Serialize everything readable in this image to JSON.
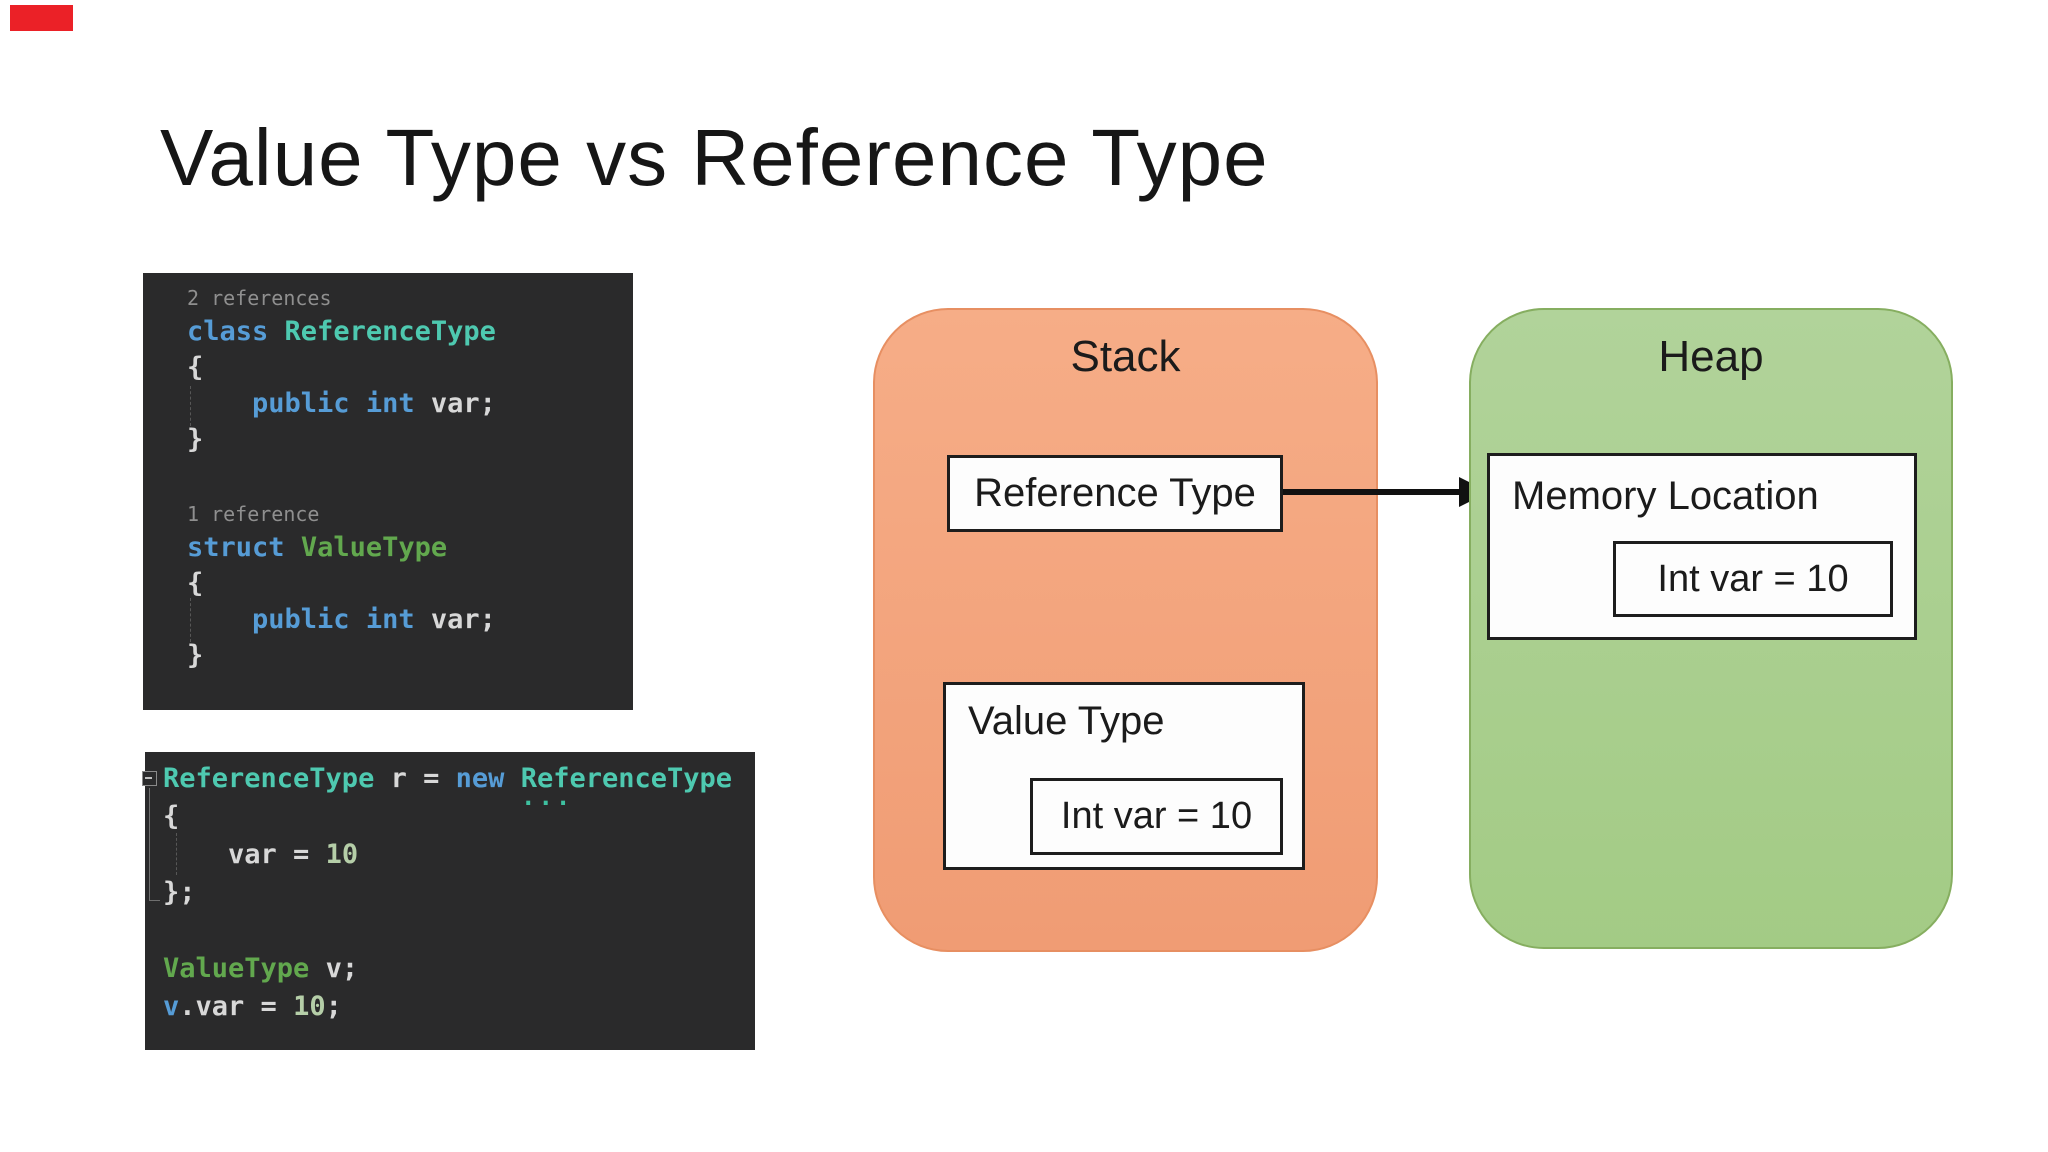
{
  "slide": {
    "title": "Value Type vs Reference Type"
  },
  "colors": {
    "red_mark": "#EB2127",
    "code_background": "#2A2A2B",
    "keyword_blue": "#569CD6",
    "class_name_teal": "#4EC9B0",
    "struct_name_green": "#62A84E",
    "number_green": "#B5CEA8",
    "plain_code_text": "#D8D8D8",
    "codelens_gray": "#8F8F8F",
    "stack_fill": "#F3A67E",
    "stack_border": "#E78F62",
    "heap_fill": "#A9D08F",
    "heap_border": "#86AE60",
    "box_border_black": "#1d1d1d",
    "arrow_black": "#111111"
  },
  "code_block_1": {
    "lines": [
      {
        "lens": "2 references"
      },
      {
        "tokens": [
          [
            "class",
            "kw"
          ],
          [
            " ",
            "txt"
          ],
          [
            "ReferenceType",
            "cls"
          ]
        ]
      },
      {
        "tokens": [
          [
            "{",
            "txt"
          ]
        ]
      },
      {
        "tokens": [
          [
            "    ",
            "txt"
          ],
          [
            "public",
            "kw"
          ],
          [
            " ",
            "txt"
          ],
          [
            "int",
            "kw"
          ],
          [
            " ",
            "txt"
          ],
          [
            "var;",
            "txt"
          ]
        ]
      },
      {
        "tokens": [
          [
            "}",
            "txt"
          ]
        ]
      },
      {
        "blank": true
      },
      {
        "lens": "1 reference"
      },
      {
        "tokens": [
          [
            "struct",
            "kw"
          ],
          [
            " ",
            "txt"
          ],
          [
            "ValueType",
            "str"
          ]
        ]
      },
      {
        "tokens": [
          [
            "{",
            "txt"
          ]
        ]
      },
      {
        "tokens": [
          [
            "    ",
            "txt"
          ],
          [
            "public",
            "kw"
          ],
          [
            " ",
            "txt"
          ],
          [
            "int",
            "kw"
          ],
          [
            " ",
            "txt"
          ],
          [
            "var;",
            "txt"
          ]
        ]
      },
      {
        "tokens": [
          [
            "}",
            "txt"
          ]
        ]
      }
    ]
  },
  "code_block_2": {
    "collapse_dots": "...",
    "lines": [
      {
        "tokens": [
          [
            "ReferenceType",
            "cls"
          ],
          [
            " ",
            "txt"
          ],
          [
            "r",
            "txt"
          ],
          [
            " = ",
            "txt"
          ],
          [
            "new",
            "kw"
          ],
          [
            " ",
            "txt"
          ],
          [
            "ReferenceType",
            "cls"
          ]
        ]
      },
      {
        "tokens": [
          [
            "{",
            "txt"
          ]
        ]
      },
      {
        "tokens": [
          [
            "    ",
            "txt"
          ],
          [
            "var = ",
            "txt"
          ],
          [
            "10",
            "num"
          ]
        ]
      },
      {
        "tokens": [
          [
            "};",
            "txt"
          ]
        ]
      },
      {
        "blank": true
      },
      {
        "tokens": [
          [
            "ValueType",
            "str"
          ],
          [
            " ",
            "txt"
          ],
          [
            "v;",
            "txt"
          ]
        ]
      },
      {
        "tokens": [
          [
            "v",
            "var"
          ],
          [
            ".var = ",
            "txt"
          ],
          [
            "10",
            "num"
          ],
          [
            ";",
            "txt"
          ]
        ]
      }
    ]
  },
  "diagram": {
    "stack": {
      "label": "Stack",
      "reference_type_label": "Reference Type",
      "value_type": {
        "label": "Value Type",
        "int_var": "Int var = 10"
      }
    },
    "heap": {
      "label": "Heap",
      "memory_location": {
        "label": "Memory Location",
        "int_var": "Int var = 10"
      }
    }
  }
}
